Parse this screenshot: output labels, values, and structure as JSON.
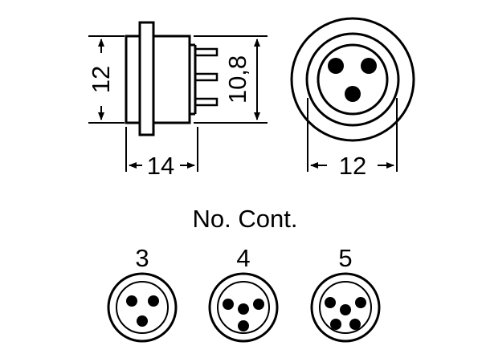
{
  "dimensions": {
    "side_height": "12",
    "pin_span": "10,8",
    "body_length": "14",
    "face_diameter": "12"
  },
  "contacts_heading": "No. Cont.",
  "variants": [
    {
      "count_label": "3",
      "contacts": 3
    },
    {
      "count_label": "4",
      "contacts": 4
    },
    {
      "count_label": "5",
      "contacts": 5
    }
  ],
  "colors": {
    "line": "#000000",
    "background": "#ffffff"
  }
}
